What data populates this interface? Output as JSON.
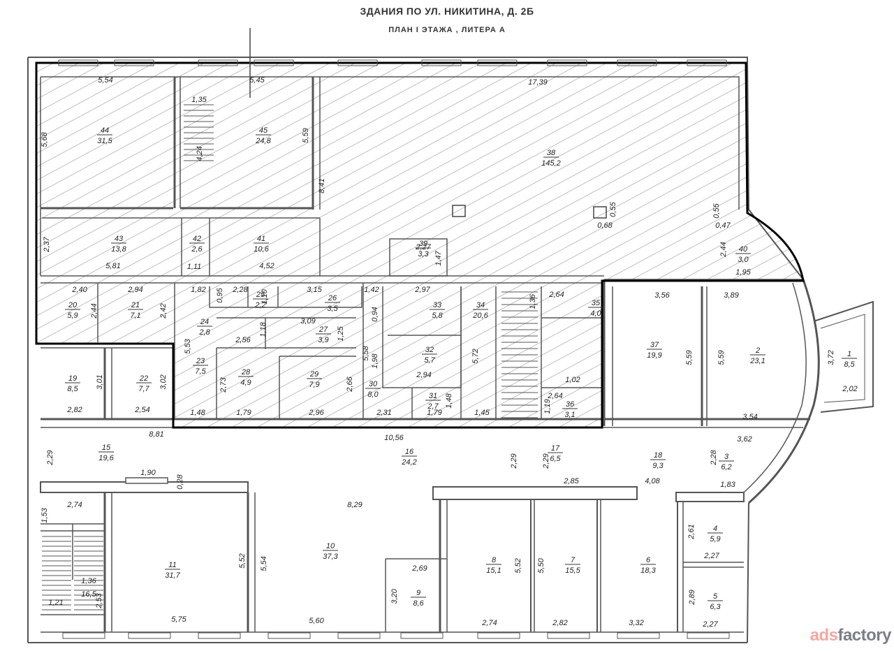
{
  "header": {
    "title": "ЗДАНИЯ ПО УЛ. НИКИТИНА, Д. 2Б",
    "subtitle": "ПЛАН I ЭТАЖА , ЛИТЕРА А"
  },
  "rooms": [
    {
      "no": "44",
      "area": "31,5"
    },
    {
      "no": "45",
      "area": "24,8"
    },
    {
      "no": "38",
      "area": "145,2"
    },
    {
      "no": "43",
      "area": "13,8"
    },
    {
      "no": "42",
      "area": "2,6"
    },
    {
      "no": "41",
      "area": "10,6"
    },
    {
      "no": "39",
      "area": "3,3"
    },
    {
      "no": "40",
      "area": "3,0"
    },
    {
      "no": "20",
      "area": "5,9"
    },
    {
      "no": "21",
      "area": "7,1"
    },
    {
      "no": "25",
      "area": "2,2"
    },
    {
      "no": "26",
      "area": "3,5"
    },
    {
      "no": "33",
      "area": "5,8"
    },
    {
      "no": "34",
      "area": "20,6"
    },
    {
      "no": "35",
      "area": "4,0"
    },
    {
      "no": "24",
      "area": "2,8"
    },
    {
      "no": "27",
      "area": "3,9"
    },
    {
      "no": "37",
      "area": "19,9"
    },
    {
      "no": "2",
      "area": "23,1"
    },
    {
      "no": "1",
      "area": "8,5"
    },
    {
      "no": "19",
      "area": "8,5"
    },
    {
      "no": "22",
      "area": "7,7"
    },
    {
      "no": "23",
      "area": "7,5"
    },
    {
      "no": "28",
      "area": "4,9"
    },
    {
      "no": "29",
      "area": "7,9"
    },
    {
      "no": "32",
      "area": "5,7"
    },
    {
      "no": "30",
      "area": "8,0"
    },
    {
      "no": "31",
      "area": "2,7"
    },
    {
      "no": "36",
      "area": "3,1"
    },
    {
      "no": "15",
      "area": "19,6"
    },
    {
      "no": "16",
      "area": "24,2"
    },
    {
      "no": "17",
      "area": "6,5"
    },
    {
      "no": "18",
      "area": "9,3"
    },
    {
      "no": "3",
      "area": "6,2"
    },
    {
      "no": "11",
      "area": "31,7"
    },
    {
      "no": "10",
      "area": "37,3"
    },
    {
      "no": "8",
      "area": "15,1"
    },
    {
      "no": "9",
      "area": "8,6"
    },
    {
      "no": "7",
      "area": "15,5"
    },
    {
      "no": "6",
      "area": "18,3"
    },
    {
      "no": "4",
      "area": "5,9"
    },
    {
      "no": "5",
      "area": "6,3"
    }
  ],
  "dimensions": [
    "5,54",
    "5,45",
    "17,39",
    "1,35",
    "5,68",
    "4,24",
    "5,59",
    "8,41",
    "0,55",
    "0,55",
    "0,68",
    "0,47",
    "2,37",
    "2,27",
    "1,47",
    "2,44",
    "1,95",
    "5,81",
    "1,11",
    "4,52",
    "2,40",
    "2,94",
    "1,82",
    "0,95",
    "2,28",
    "1,10",
    "3,15",
    "1,42",
    "2,97",
    "2,64",
    "1,36",
    "2,44",
    "2,42",
    "3,56",
    "3,89",
    "1,18",
    "3,09",
    "1,25",
    "0,94",
    "2,56",
    "5,53",
    "5,58",
    "5,72",
    "1,98",
    "5,59",
    "5,59",
    "3,72",
    "3,01",
    "3,02",
    "2,73",
    "2,66",
    "2,94",
    "1,02",
    "2,02",
    "2,82",
    "2,54",
    "1,48",
    "1,79",
    "2,96",
    "2,31",
    "1,79",
    "1,48",
    "1,45",
    "1,19",
    "2,64",
    "3,54",
    "8,81",
    "10,56",
    "3,62",
    "2,29",
    "2,29",
    "2,29",
    "2,28",
    "1,90",
    "0,28",
    "2,85",
    "4,08",
    "1,83",
    "2,74",
    "8,29",
    "1,53",
    "5,52",
    "5,54",
    "2,69",
    "5,52",
    "5,50",
    "2,61",
    "2,27",
    "1,36",
    "16,5",
    "3,20",
    "2,89",
    "1,21",
    "2,53",
    "5,75",
    "5,60",
    "2,74",
    "2,82",
    "3,32",
    "2,27"
  ],
  "watermark": {
    "ads": "ads",
    "factory": "factory"
  }
}
